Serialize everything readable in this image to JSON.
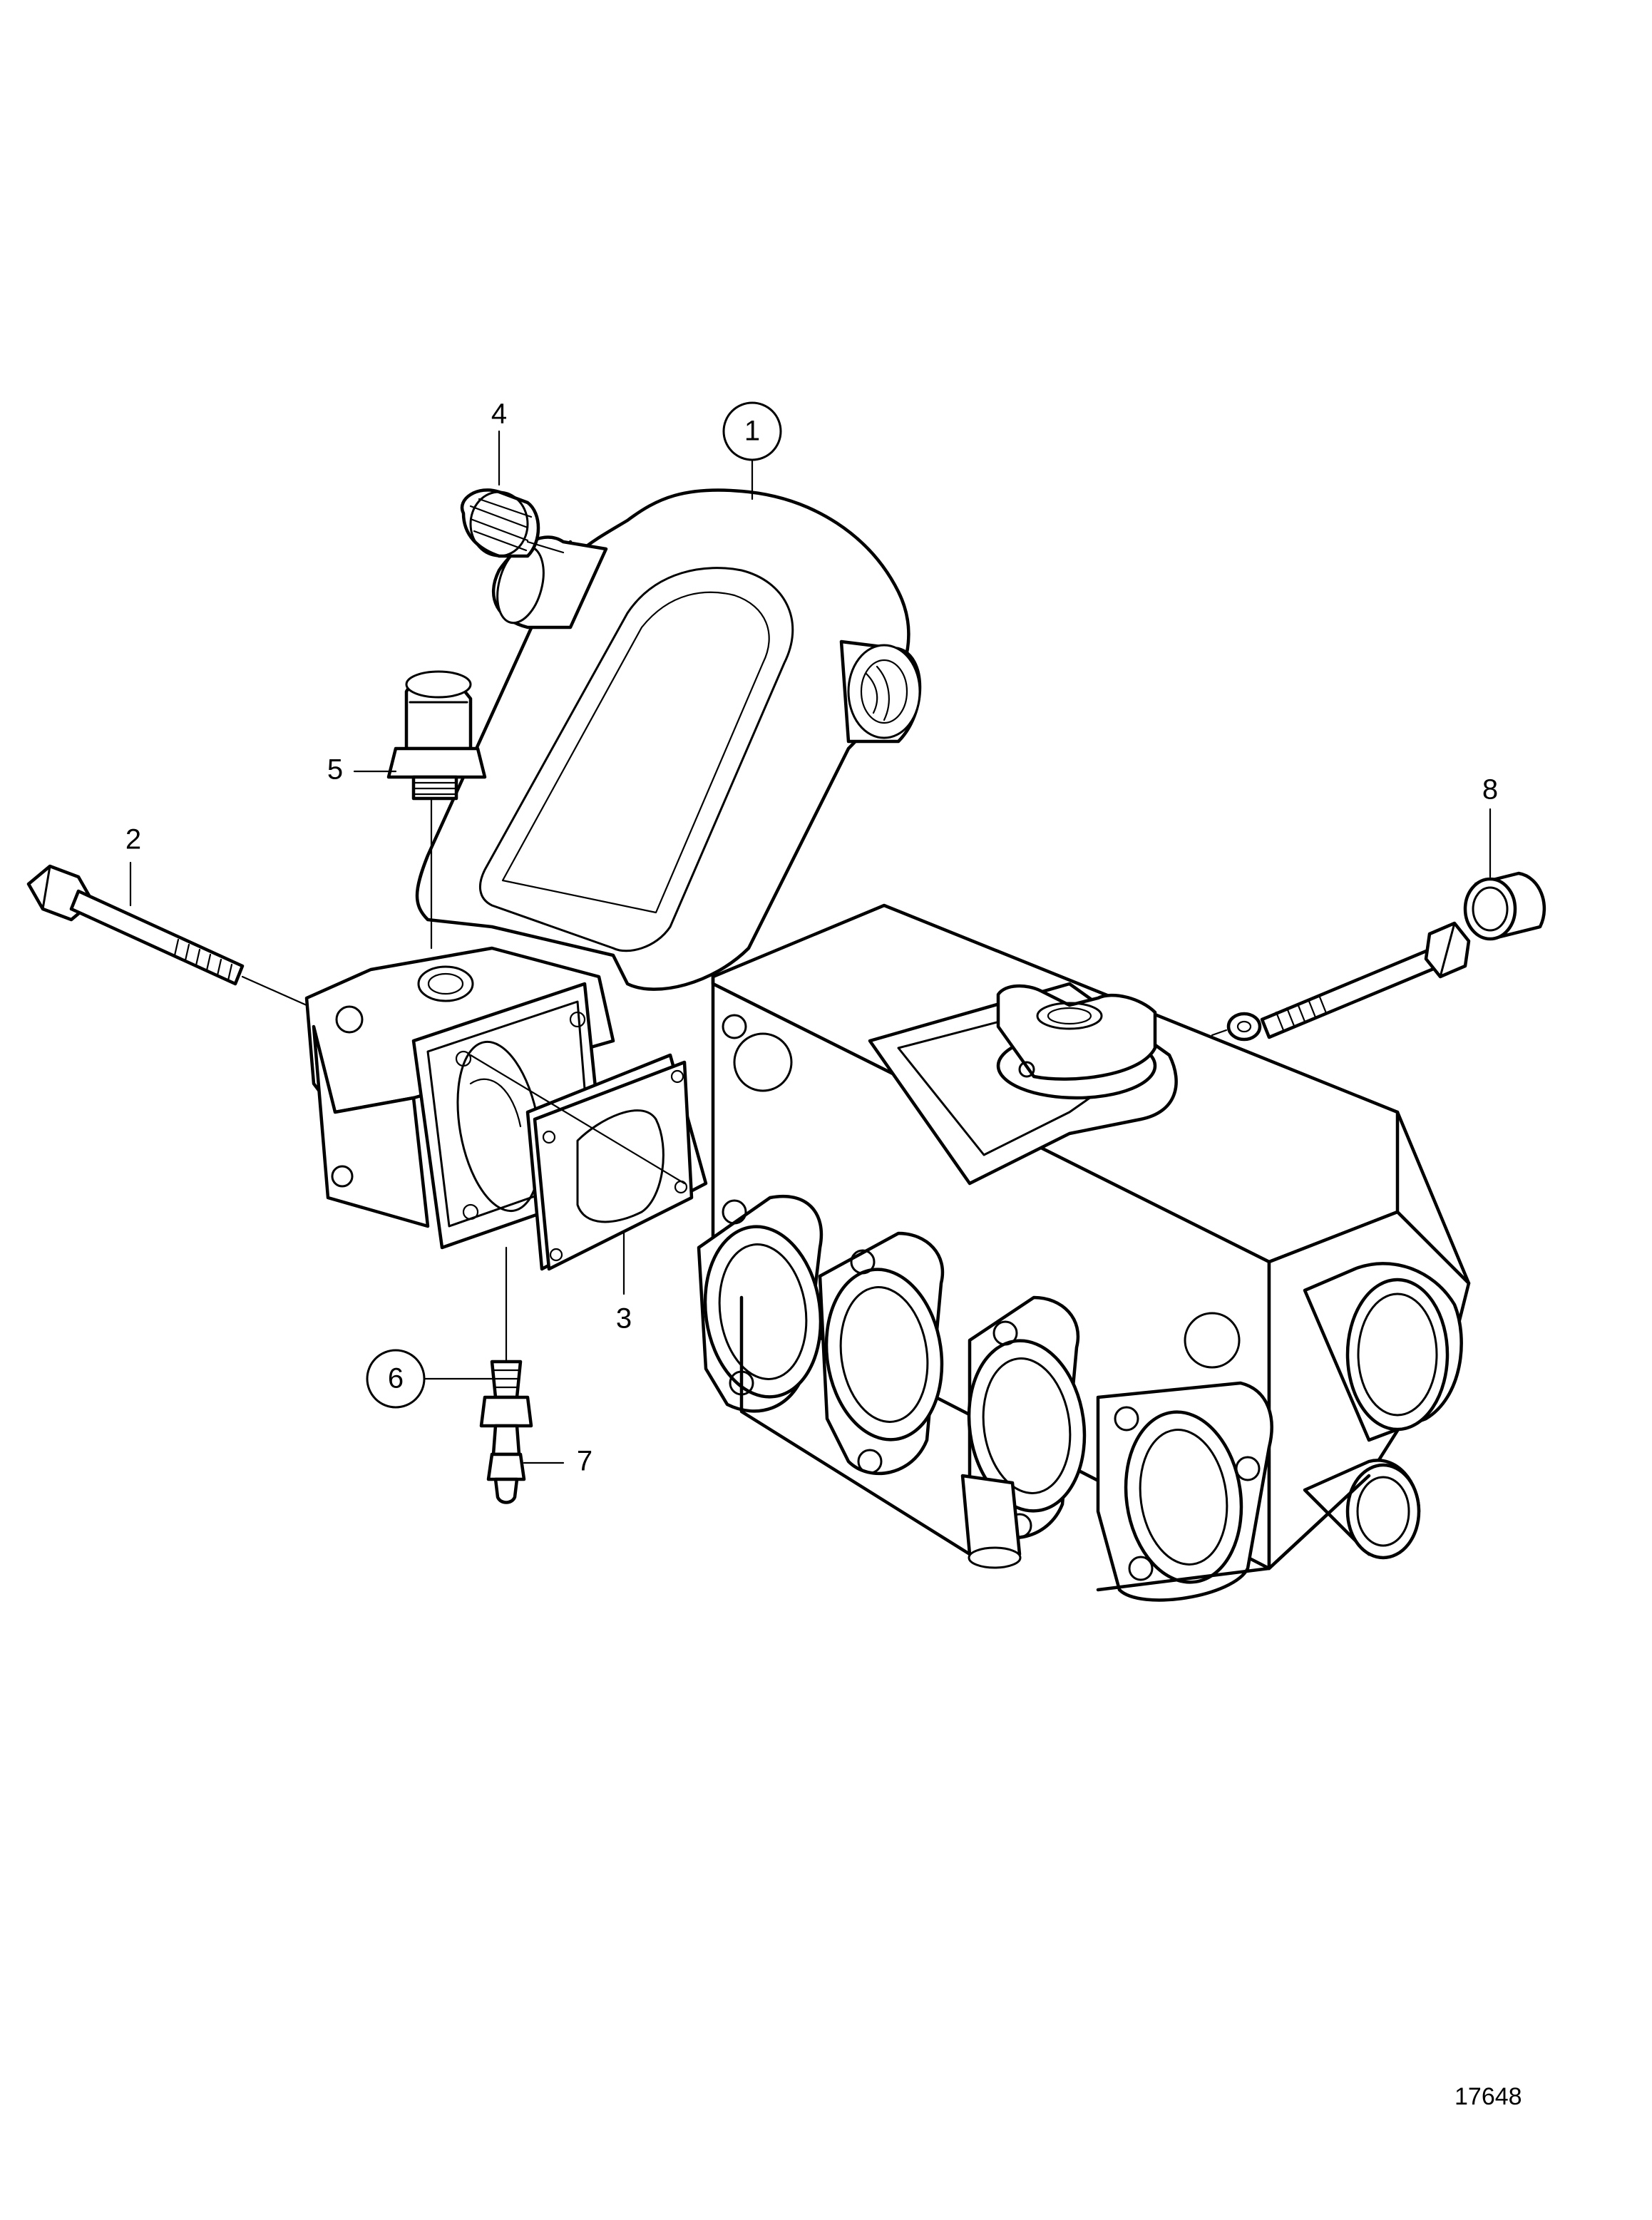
{
  "diagram": {
    "callouts": [
      {
        "id": "1",
        "label": "1",
        "circled": true
      },
      {
        "id": "2",
        "label": "2",
        "circled": false
      },
      {
        "id": "3",
        "label": "3",
        "circled": false
      },
      {
        "id": "4",
        "label": "4",
        "circled": false
      },
      {
        "id": "5",
        "label": "5",
        "circled": false
      },
      {
        "id": "6",
        "label": "6",
        "circled": true
      },
      {
        "id": "7",
        "label": "7",
        "circled": false
      },
      {
        "id": "8",
        "label": "8",
        "circled": false
      }
    ],
    "figure_number": "17648"
  }
}
